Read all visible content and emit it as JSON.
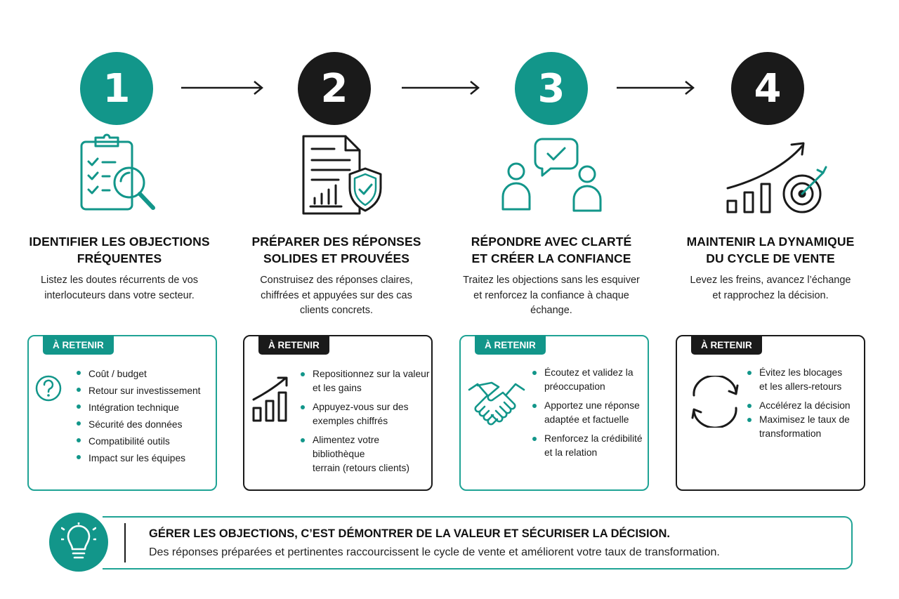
{
  "steps": [
    {
      "number": "1",
      "title_line1": "IDENTIFIER LES OBJECTIONS",
      "title_line2": "FRÉQUENTES",
      "desc_line1": "Listez les doutes récurrents de vos",
      "desc_line2": "interlocuteurs dans votre secteur.",
      "desc_line3": "",
      "icon": "clipboard-search-icon",
      "color": "#12968a"
    },
    {
      "number": "2",
      "title_line1": "PRÉPARER DES RÉPONSES",
      "title_line2": "SOLIDES ET PROUVÉES",
      "desc_line1": "Construisez des réponses claires,",
      "desc_line2": "chiffrées et appuyées sur des cas",
      "desc_line3": "clients concrets.",
      "icon": "document-shield-icon",
      "color": "#1a1a1a"
    },
    {
      "number": "3",
      "title_line1": "RÉPONDRE AVEC CLARTÉ",
      "title_line2": "ET CRÉER LA CONFIANCE",
      "desc_line1": "Traitez les objections sans les esquiver",
      "desc_line2": "et renforcez la confiance à chaque",
      "desc_line3": "échange.",
      "icon": "conversation-icon",
      "color": "#12968a"
    },
    {
      "number": "4",
      "title_line1": "MAINTENIR LA DYNAMIQUE",
      "title_line2": "DU CYCLE DE VENTE",
      "desc_line1": "Levez les freins, avancez l’échange",
      "desc_line2": "et rapprochez la décision.",
      "desc_line3": "",
      "icon": "growth-target-icon",
      "color": "#1a1a1a"
    }
  ],
  "cards": [
    {
      "tag": "À RETENIR",
      "icon": "question-icon",
      "items": [
        "Coût / budget",
        "Retour sur investissement",
        "Intégration technique",
        "Sécurité des données",
        "Compatibilité outils",
        "Impact sur les équipes"
      ]
    },
    {
      "tag": "À RETENIR",
      "icon": "bar-chart-growth-icon",
      "items": [
        "Repositionnez sur la valeur|et les gains",
        "Appuyez-vous sur des|exemples chiffrés",
        "Alimentez votre bibliothèque|terrain (retours clients)"
      ]
    },
    {
      "tag": "À RETENIR",
      "icon": "handshake-icon",
      "items": [
        "Écoutez et validez la|préoccupation",
        "Apportez une réponse|adaptée et factuelle",
        "Renforcez la crédibilité|et la relation"
      ]
    },
    {
      "tag": "À RETENIR",
      "icon": "refresh-cycle-icon",
      "items": [
        "Évitez les blocages|et les allers-retours",
        "Accélérez la décision",
        "Maximisez le taux de|transformation"
      ]
    }
  ],
  "banner": {
    "icon": "lightbulb-icon",
    "title": "GÉRER LES OBJECTIONS, C’EST DÉMONTRER DE LA VALEUR ET SÉCURISER LA DÉCISION.",
    "text": "Des réponses préparées et pertinentes raccourcissent le cycle de vente et améliorent votre taux de transformation."
  },
  "colors": {
    "teal": "#12968a",
    "dark": "#1a1a1a"
  }
}
